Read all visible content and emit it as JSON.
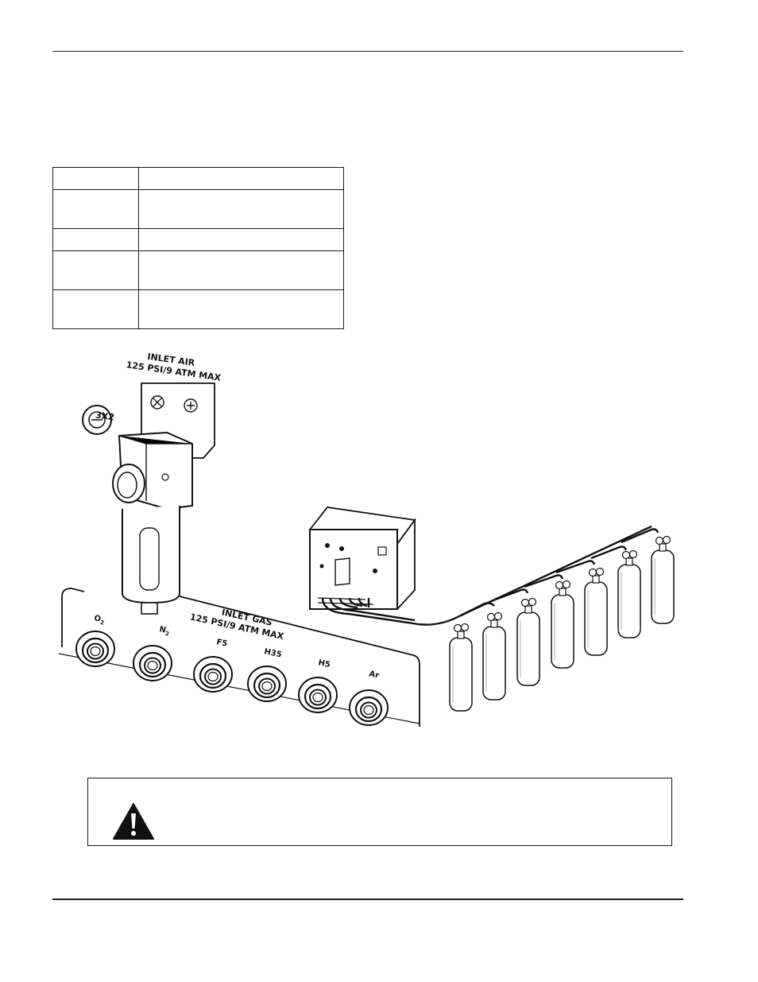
{
  "spec_table": {
    "rows": [
      {
        "c1": "",
        "c2": ""
      },
      {
        "c1": "",
        "c2": ""
      },
      {
        "c1": "",
        "c2": ""
      },
      {
        "c1": "",
        "c2": ""
      },
      {
        "c1": "",
        "c2": ""
      }
    ]
  },
  "figure": {
    "inlet_air_label": "INLET AIR",
    "inlet_air_rating": "125 PSI/9 ATM MAX",
    "gauge_label": "3X2",
    "inlet_gas_label": "INLET GAS",
    "inlet_gas_rating": "125 PSI/9 ATM MAX",
    "port_labels": [
      "O",
      "N",
      "F5",
      "H35",
      "H5",
      "Ar"
    ],
    "port_subscript": "2"
  },
  "warning": {
    "icon": "warning-triangle-icon",
    "text": ""
  }
}
